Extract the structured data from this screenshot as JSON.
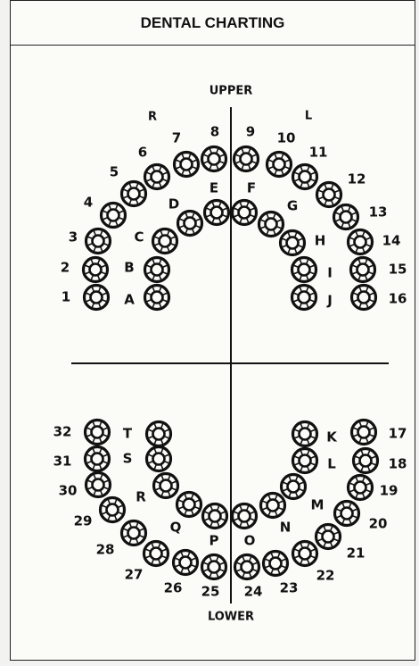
{
  "title": "DENTAL CHARTING",
  "arch_labels": {
    "upper": "UPPER",
    "lower": "LOWER",
    "right": "R",
    "left": "L"
  },
  "upper_permanent": [
    "1",
    "2",
    "3",
    "4",
    "5",
    "6",
    "7",
    "8",
    "9",
    "10",
    "11",
    "12",
    "13",
    "14",
    "15",
    "16"
  ],
  "upper_primary": [
    "A",
    "B",
    "C",
    "D",
    "E",
    "F",
    "G",
    "H",
    "I",
    "J"
  ],
  "lower_primary": [
    "K",
    "L",
    "M",
    "N",
    "O",
    "P",
    "Q",
    "R",
    "S",
    "T"
  ],
  "lower_permanent": [
    "17",
    "18",
    "19",
    "20",
    "21",
    "22",
    "23",
    "24",
    "25",
    "26",
    "27",
    "28",
    "29",
    "30",
    "31",
    "32"
  ],
  "colors": {
    "ink": "#111111",
    "background": "#fbfbf8",
    "frame": "#222222"
  }
}
